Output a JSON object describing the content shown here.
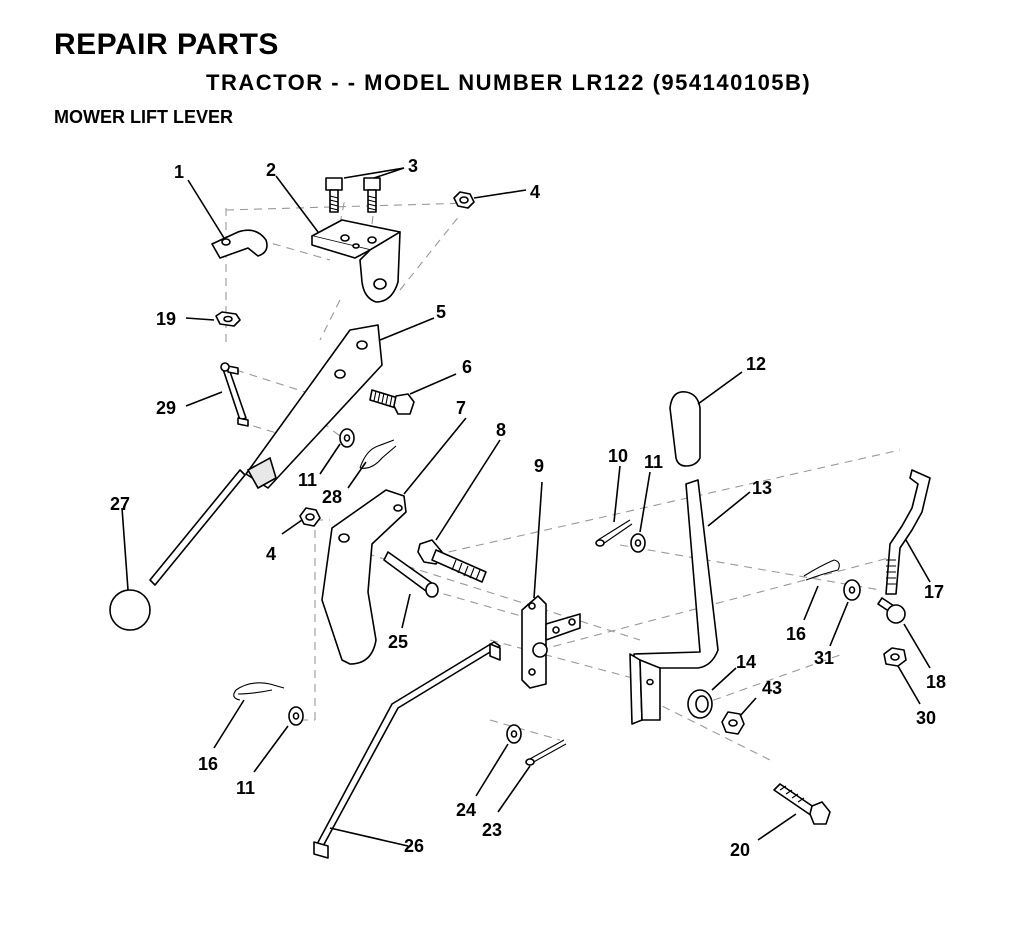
{
  "header": {
    "title": "REPAIR PARTS",
    "subtitle": "TRACTOR - - MODEL NUMBER LR122 (954140105B)",
    "section": "MOWER LIFT LEVER"
  },
  "callouts": {
    "c1": "1",
    "c2": "2",
    "c3": "3",
    "c4a": "4",
    "c4b": "4",
    "c5": "5",
    "c6": "6",
    "c7": "7",
    "c8": "8",
    "c9": "9",
    "c10": "10",
    "c11a": "11",
    "c11b": "11",
    "c11c": "11",
    "c12": "12",
    "c13": "13",
    "c14": "14",
    "c16a": "16",
    "c16b": "16",
    "c17": "17",
    "c18": "18",
    "c19": "19",
    "c20": "20",
    "c23": "23",
    "c24": "24",
    "c25": "25",
    "c26": "26",
    "c27": "27",
    "c28": "28",
    "c29": "29",
    "c30": "30",
    "c31": "31",
    "c43": "43"
  }
}
